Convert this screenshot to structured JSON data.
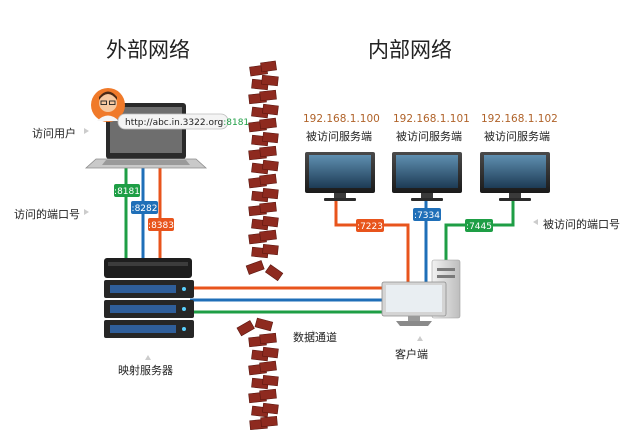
{
  "sections": {
    "external": "外部网络",
    "internal": "内部网络"
  },
  "external": {
    "url_prefix": "http://abc.in.3322.org",
    "url_port": ":8181",
    "visitor_label": "访问用户",
    "port_label": "访问的端口号",
    "ports": [
      ":8181",
      ":8282",
      ":8383"
    ],
    "mapping_server_label": "映射服务器"
  },
  "internal": {
    "servers": [
      {
        "ip": "192.168.1.100",
        "label": "被访问服务端",
        "port": ":7223"
      },
      {
        "ip": "192.168.1.101",
        "label": "被访问服务端",
        "port": ":7334"
      },
      {
        "ip": "192.168.1.102",
        "label": "被访问服务端",
        "port": ":7445"
      }
    ],
    "accessed_port_label": "被访问的端口号",
    "client_label": "客户端"
  },
  "tunnel_label": "数据通道",
  "colors": {
    "green": "#1e9e45",
    "blue": "#1f6fb8",
    "orange": "#e8541c",
    "brick": "#8e2a1f",
    "ip_text": "#b0632a"
  }
}
